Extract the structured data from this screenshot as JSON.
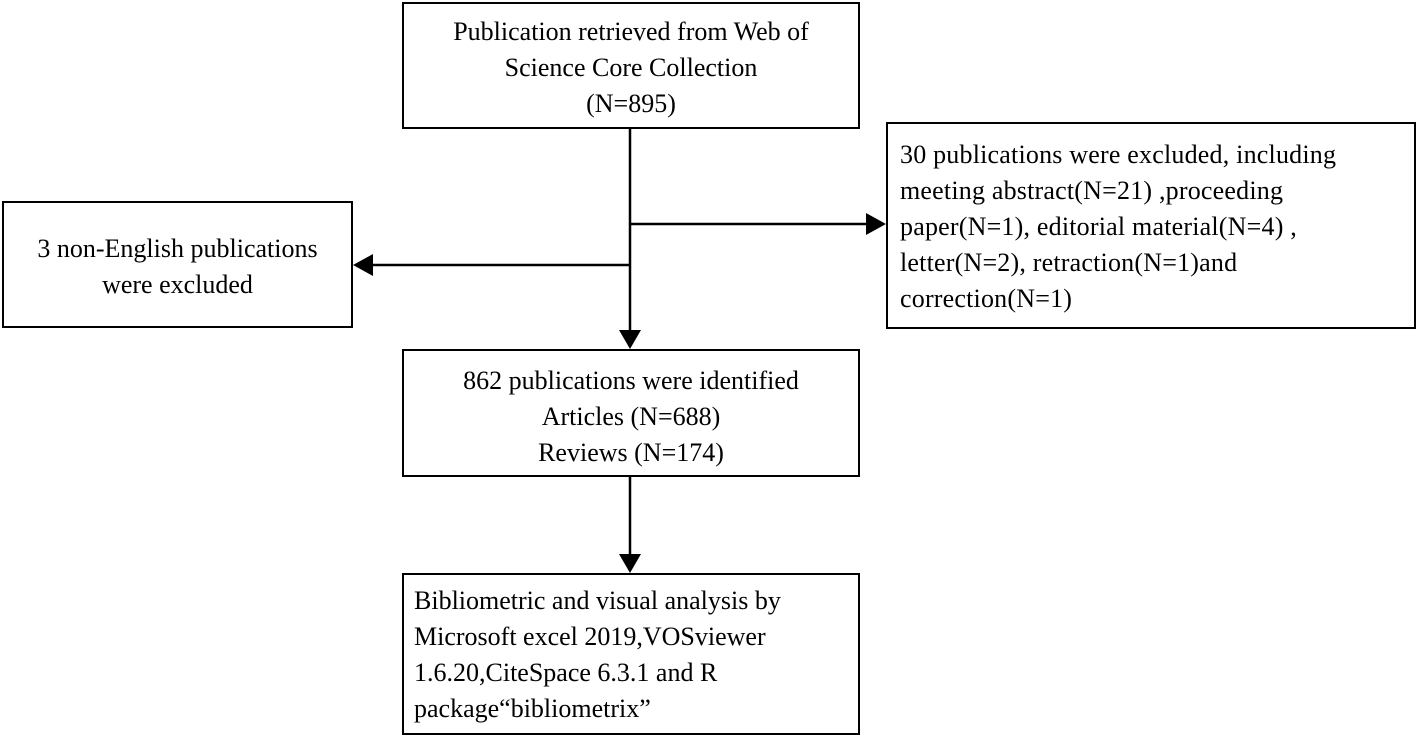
{
  "flow": {
    "retrieved": {
      "lines": [
        "Publication retrieved from Web of",
        "Science Core Collection",
        "(N=895)"
      ]
    },
    "excluded_types": {
      "lines": [
        "30 publications were excluded, including",
        "meeting abstract(N=21) ,proceeding",
        "paper(N=1), editorial material(N=4) ,",
        "letter(N=2), retraction(N=1)and",
        "correction(N=1)"
      ]
    },
    "excluded_language": {
      "lines": [
        "3 non-English publications",
        "were excluded"
      ]
    },
    "identified": {
      "lines": [
        "862 publications were identified",
        "Articles (N=688)",
        "Reviews (N=174)"
      ]
    },
    "analysis": {
      "lines": [
        "Bibliometric and visual analysis by",
        "Microsoft excel 2019,VOSviewer",
        "1.6.20,CiteSpace 6.3.1 and R",
        "package“bibliometrix”"
      ]
    }
  }
}
